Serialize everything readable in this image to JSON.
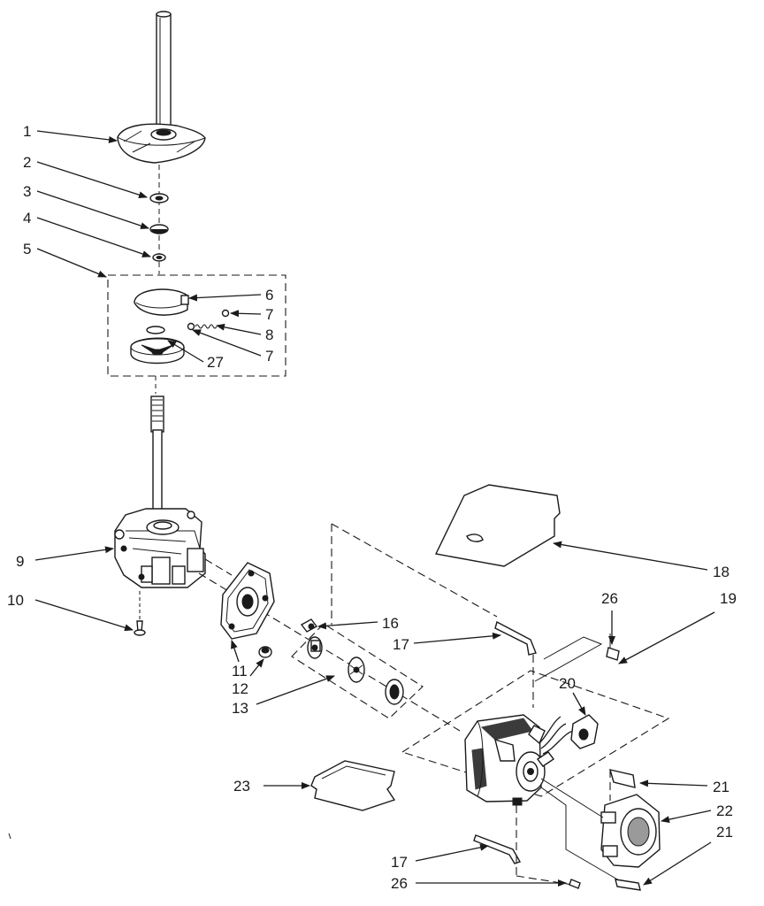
{
  "callouts": [
    {
      "id": "c1",
      "label": "1"
    },
    {
      "id": "c2",
      "label": "2"
    },
    {
      "id": "c3",
      "label": "3"
    },
    {
      "id": "c4",
      "label": "4"
    },
    {
      "id": "c5",
      "label": "5"
    },
    {
      "id": "c6",
      "label": "6"
    },
    {
      "id": "c7a",
      "label": "7"
    },
    {
      "id": "c8",
      "label": "8"
    },
    {
      "id": "c7b",
      "label": "7"
    },
    {
      "id": "c27",
      "label": "27"
    },
    {
      "id": "c9",
      "label": "9"
    },
    {
      "id": "c10",
      "label": "10"
    },
    {
      "id": "c11",
      "label": "11"
    },
    {
      "id": "c12",
      "label": "12"
    },
    {
      "id": "c13",
      "label": "13"
    },
    {
      "id": "c16",
      "label": "16"
    },
    {
      "id": "c17a",
      "label": "17"
    },
    {
      "id": "c18",
      "label": "18"
    },
    {
      "id": "c26a",
      "label": "26"
    },
    {
      "id": "c19",
      "label": "19"
    },
    {
      "id": "c20",
      "label": "20"
    },
    {
      "id": "c21a",
      "label": "21"
    },
    {
      "id": "c22",
      "label": "22"
    },
    {
      "id": "c21b",
      "label": "21"
    },
    {
      "id": "c23",
      "label": "23"
    },
    {
      "id": "c17b",
      "label": "17"
    },
    {
      "id": "c26b",
      "label": "26"
    }
  ]
}
